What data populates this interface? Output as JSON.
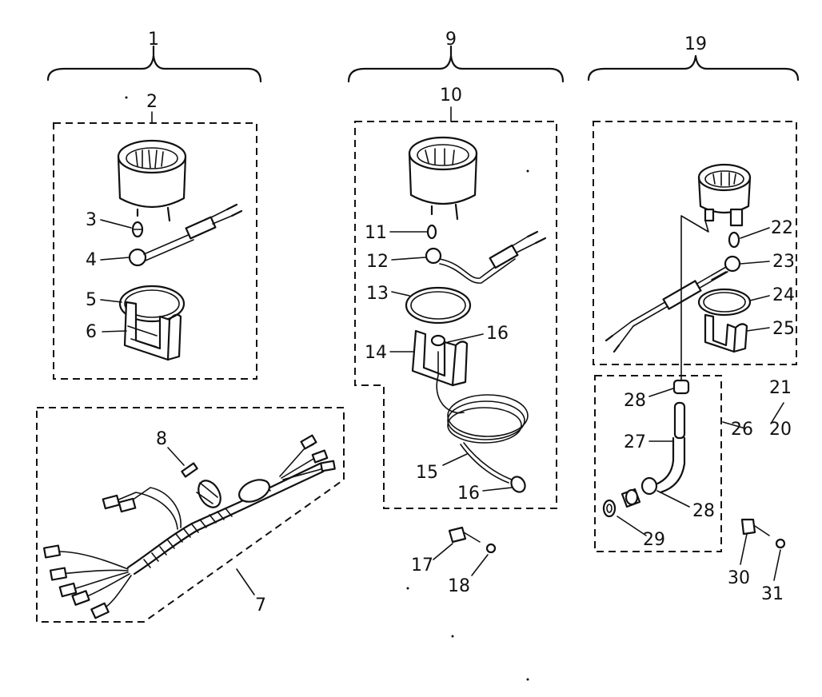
{
  "callouts": {
    "n1": "1",
    "n2": "2",
    "n3": "3",
    "n4": "4",
    "n5": "5",
    "n6": "6",
    "n7": "7",
    "n8": "8",
    "n9": "9",
    "n10": "10",
    "n11": "11",
    "n12": "12",
    "n13": "13",
    "n14": "14",
    "n15": "15",
    "n16a": "16",
    "n16b": "16",
    "n17": "17",
    "n18": "18",
    "n19": "19",
    "n20": "20",
    "n21": "21",
    "n22": "22",
    "n23": "23",
    "n24": "24",
    "n25": "25",
    "n26": "26",
    "n27": "27",
    "n28a": "28",
    "n28b": "28",
    "n29": "29",
    "n30": "30",
    "n31": "31"
  }
}
